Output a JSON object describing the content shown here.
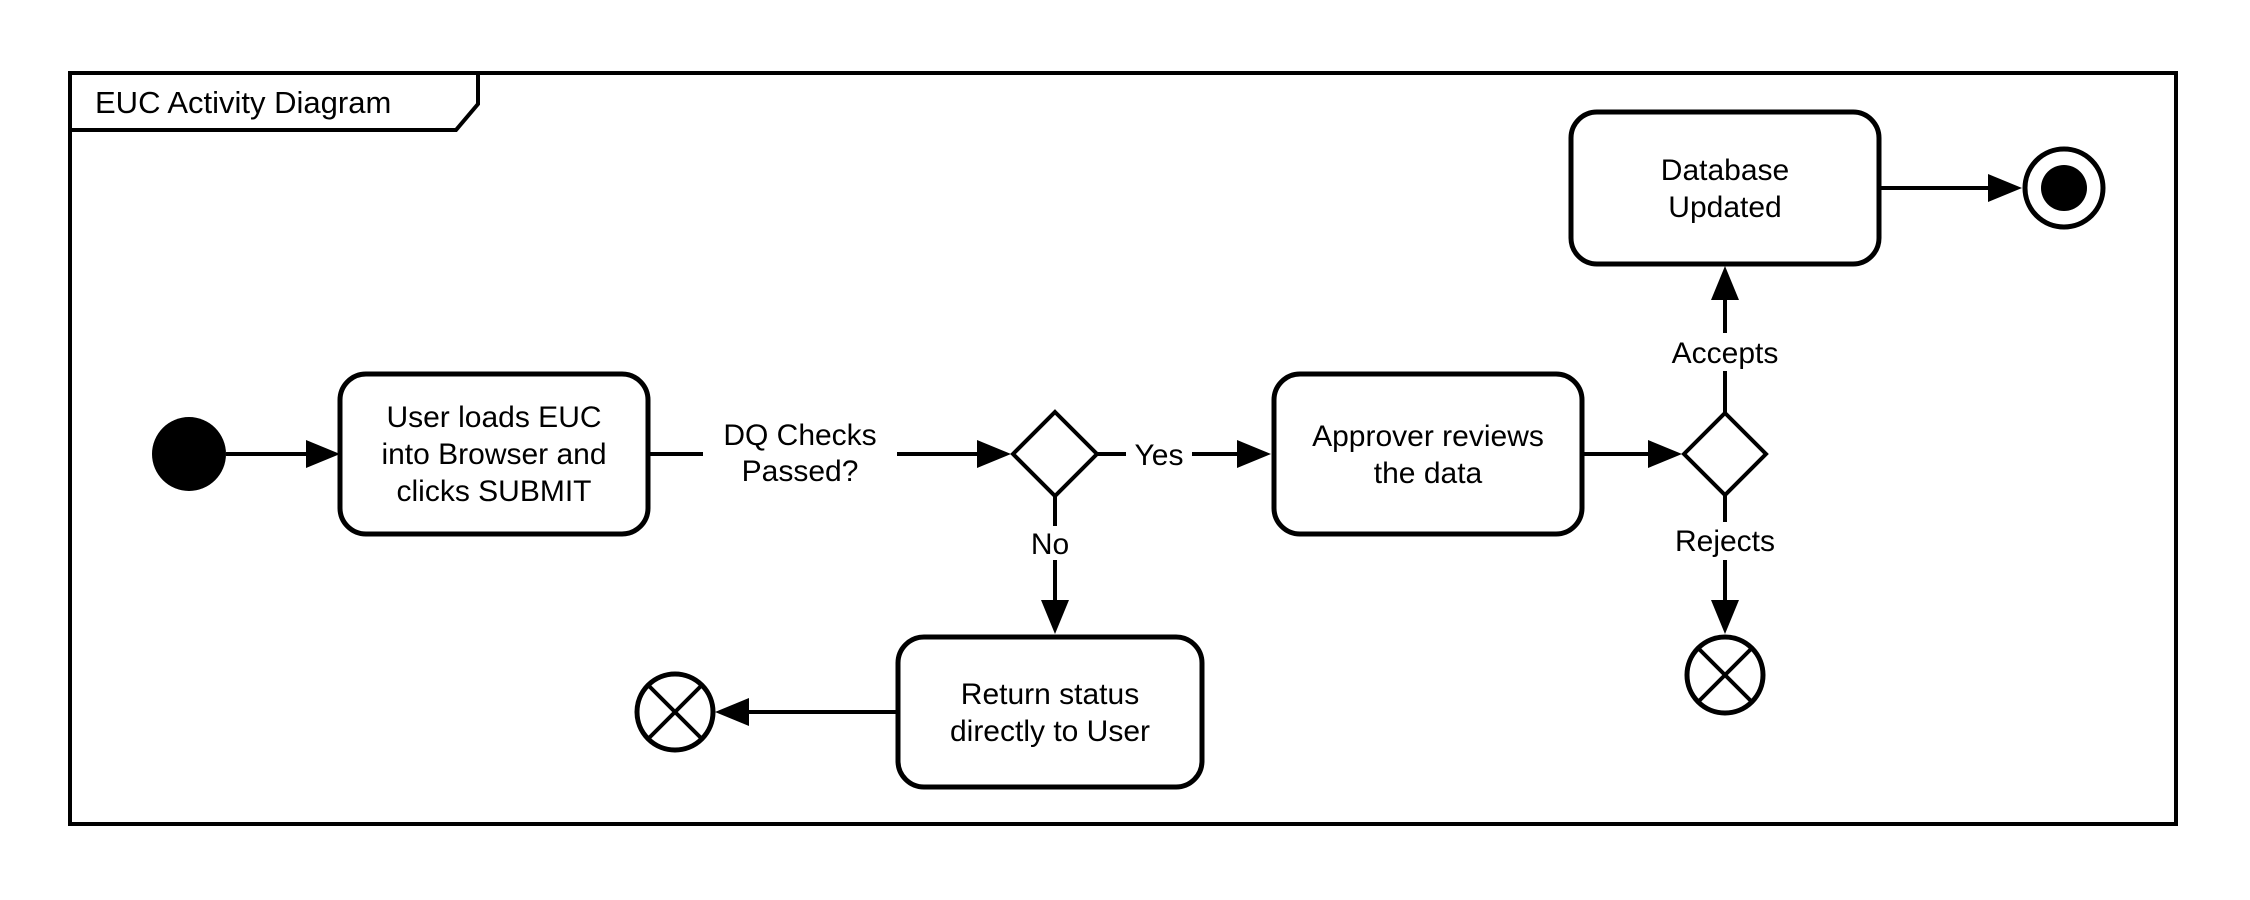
{
  "frame": {
    "title": "EUC Activity Diagram",
    "diagram_type": "activity-diagram"
  },
  "colors": {
    "ink": "#000000",
    "background": "#ffffff"
  },
  "nodes": {
    "start": {
      "type": "initial-node"
    },
    "load_euc": {
      "type": "action",
      "label": "User loads EUC into Browser and clicks SUBMIT",
      "label_lines": [
        "User loads EUC",
        "into Browser and",
        "clicks SUBMIT"
      ]
    },
    "dq_decision": {
      "type": "decision"
    },
    "approver_reviews": {
      "type": "action",
      "label": "Approver reviews the data",
      "label_lines": [
        "Approver reviews",
        "the data"
      ]
    },
    "return_status": {
      "type": "action",
      "label": "Return status directly to User",
      "label_lines": [
        "Return status",
        "directly to User"
      ]
    },
    "database_updated": {
      "type": "action",
      "label": "Database Updated",
      "label_lines": [
        "Database",
        "Updated"
      ]
    },
    "review_decision": {
      "type": "decision"
    },
    "flow_final_left": {
      "type": "flow-final"
    },
    "flow_final_right": {
      "type": "flow-final"
    },
    "activity_final": {
      "type": "activity-final"
    }
  },
  "edges": [
    {
      "from": "start",
      "to": "load_euc",
      "label": ""
    },
    {
      "from": "load_euc",
      "to": "dq_decision",
      "label": "DQ Checks Passed?",
      "label_lines": [
        "DQ Checks",
        "Passed?"
      ]
    },
    {
      "from": "dq_decision",
      "to": "approver_reviews",
      "label": "Yes"
    },
    {
      "from": "dq_decision",
      "to": "return_status",
      "label": "No"
    },
    {
      "from": "return_status",
      "to": "flow_final_left",
      "label": ""
    },
    {
      "from": "approver_reviews",
      "to": "review_decision",
      "label": ""
    },
    {
      "from": "review_decision",
      "to": "database_updated",
      "label": "Accepts"
    },
    {
      "from": "database_updated",
      "to": "activity_final",
      "label": ""
    },
    {
      "from": "review_decision",
      "to": "flow_final_right",
      "label": "Rejects"
    }
  ]
}
